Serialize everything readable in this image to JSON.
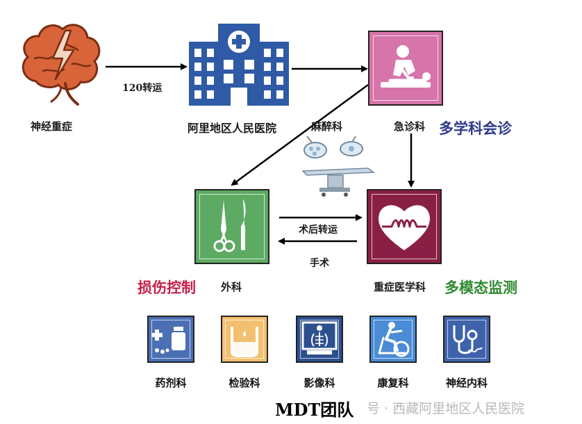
{
  "nodes": {
    "start": {
      "label": "神经重症"
    },
    "hospital": {
      "label": "阿里地区人民医院"
    },
    "emergency": {
      "label": "急诊科"
    },
    "anesthesia": {
      "label": "麻醉科"
    },
    "surgery": {
      "label": "外科"
    },
    "icu": {
      "label": "重症医学科"
    }
  },
  "edges": {
    "transfer": {
      "label": "120转运"
    },
    "post_op": {
      "label": "术后转运"
    },
    "operation": {
      "label": "手术"
    }
  },
  "emphasis": {
    "mdt_consult": {
      "text": "多学科会诊",
      "color": "#2e3a8c"
    },
    "damage_control": {
      "text": "损伤控制",
      "color": "#c4204a"
    },
    "multimodal": {
      "text": "多模态监测",
      "color": "#2f8a2f"
    }
  },
  "team": {
    "title": "MDT团队",
    "members": [
      {
        "label": "药剂科",
        "color": "#4a6fb5",
        "icon": "medicine-icon"
      },
      {
        "label": "检验科",
        "color": "#f3c070",
        "icon": "beaker-icon"
      },
      {
        "label": "影像科",
        "color": "#2d4f8f",
        "icon": "xray-icon"
      },
      {
        "label": "康复科",
        "color": "#4a8cd6",
        "icon": "exercise-bike-icon"
      },
      {
        "label": "神经内科",
        "color": "#3f63ab",
        "icon": "stethoscope-icon"
      }
    ]
  },
  "watermark": {
    "text": "号 · 西藏阿里地区人民医院"
  },
  "colors": {
    "brain": "#d9643a",
    "hospital": "#2e5aa6",
    "emergency": "#d774aa",
    "surgery": "#5daa62",
    "icu": "#8a1f45"
  }
}
